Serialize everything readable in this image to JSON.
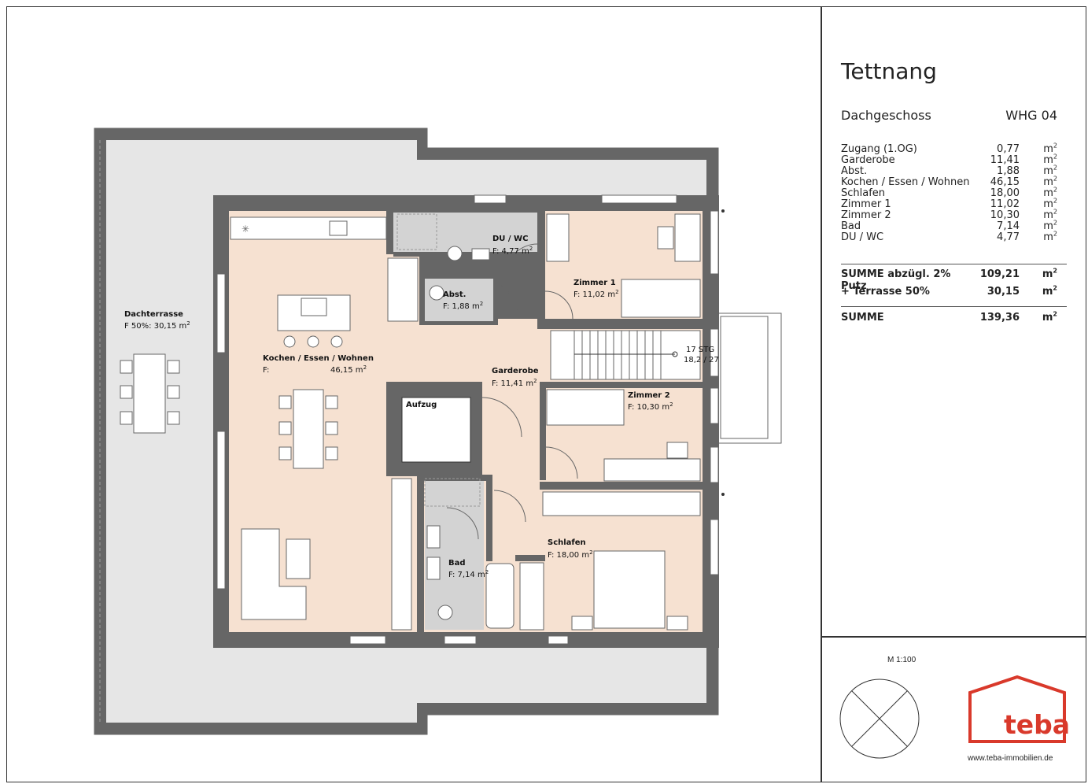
{
  "project": {
    "title": "Tettnang",
    "floor": "Dachgeschoss",
    "unit": "WHG 04"
  },
  "areas": [
    {
      "name": "Zugang (1.OG)",
      "value": "0,77",
      "unit": "m"
    },
    {
      "name": "Garderobe",
      "value": "11,41",
      "unit": "m"
    },
    {
      "name": "Abst.",
      "value": "1,88",
      "unit": "m"
    },
    {
      "name": "Kochen / Essen / Wohnen",
      "value": "46,15",
      "unit": "m"
    },
    {
      "name": "Schlafen",
      "value": "18,00",
      "unit": "m"
    },
    {
      "name": "Zimmer 1",
      "value": "11,02",
      "unit": "m"
    },
    {
      "name": "Zimmer 2",
      "value": "10,30",
      "unit": "m"
    },
    {
      "name": "Bad",
      "value": "7,14",
      "unit": "m"
    },
    {
      "name": "DU / WC",
      "value": "4,77",
      "unit": "m"
    }
  ],
  "summary": {
    "net": {
      "label": "SUMME abzügl. 2% Putz",
      "value": "109,21",
      "unit": "m"
    },
    "terrace": {
      "label": "+ Terrasse 50%",
      "value": "30,15",
      "unit": "m"
    },
    "total": {
      "label": "SUMME",
      "value": "139,36",
      "unit": "m"
    }
  },
  "unit_exponent": "2",
  "scale": "M 1:100",
  "brand": {
    "name": "teba",
    "website": "www.teba-immobilien.de",
    "color": "#d9392b"
  },
  "rooms": {
    "dachterrasse": {
      "name": "Dachterrasse",
      "area": "F 50%: 30,15 m"
    },
    "kochen": {
      "name": "Kochen / Essen / Wohnen",
      "prefix": "F:",
      "area": "46,15 m"
    },
    "duwc": {
      "name": "DU / WC",
      "area": "F: 4,77 m"
    },
    "abst": {
      "name": "Abst.",
      "area": "F: 1,88 m"
    },
    "zimmer1": {
      "name": "Zimmer 1",
      "area": "F: 11,02 m"
    },
    "garderobe": {
      "name": "Garderobe",
      "area": "F: 11,41 m"
    },
    "aufzug": {
      "name": "Aufzug"
    },
    "zimmer2": {
      "name": "Zimmer 2",
      "area": "F: 10,30 m"
    },
    "bad": {
      "name": "Bad",
      "area": "F: 7,14 m"
    },
    "schlafen": {
      "name": "Schlafen",
      "area": "F: 18,00 m"
    },
    "stairs": {
      "steps": "17 STG",
      "dims": "18,2 / 27"
    }
  },
  "colors": {
    "living_floor": "#f6e1d1",
    "wet_floor": "#d3d3d3",
    "wall": "#666666",
    "terrace": "#e6e6e6"
  }
}
